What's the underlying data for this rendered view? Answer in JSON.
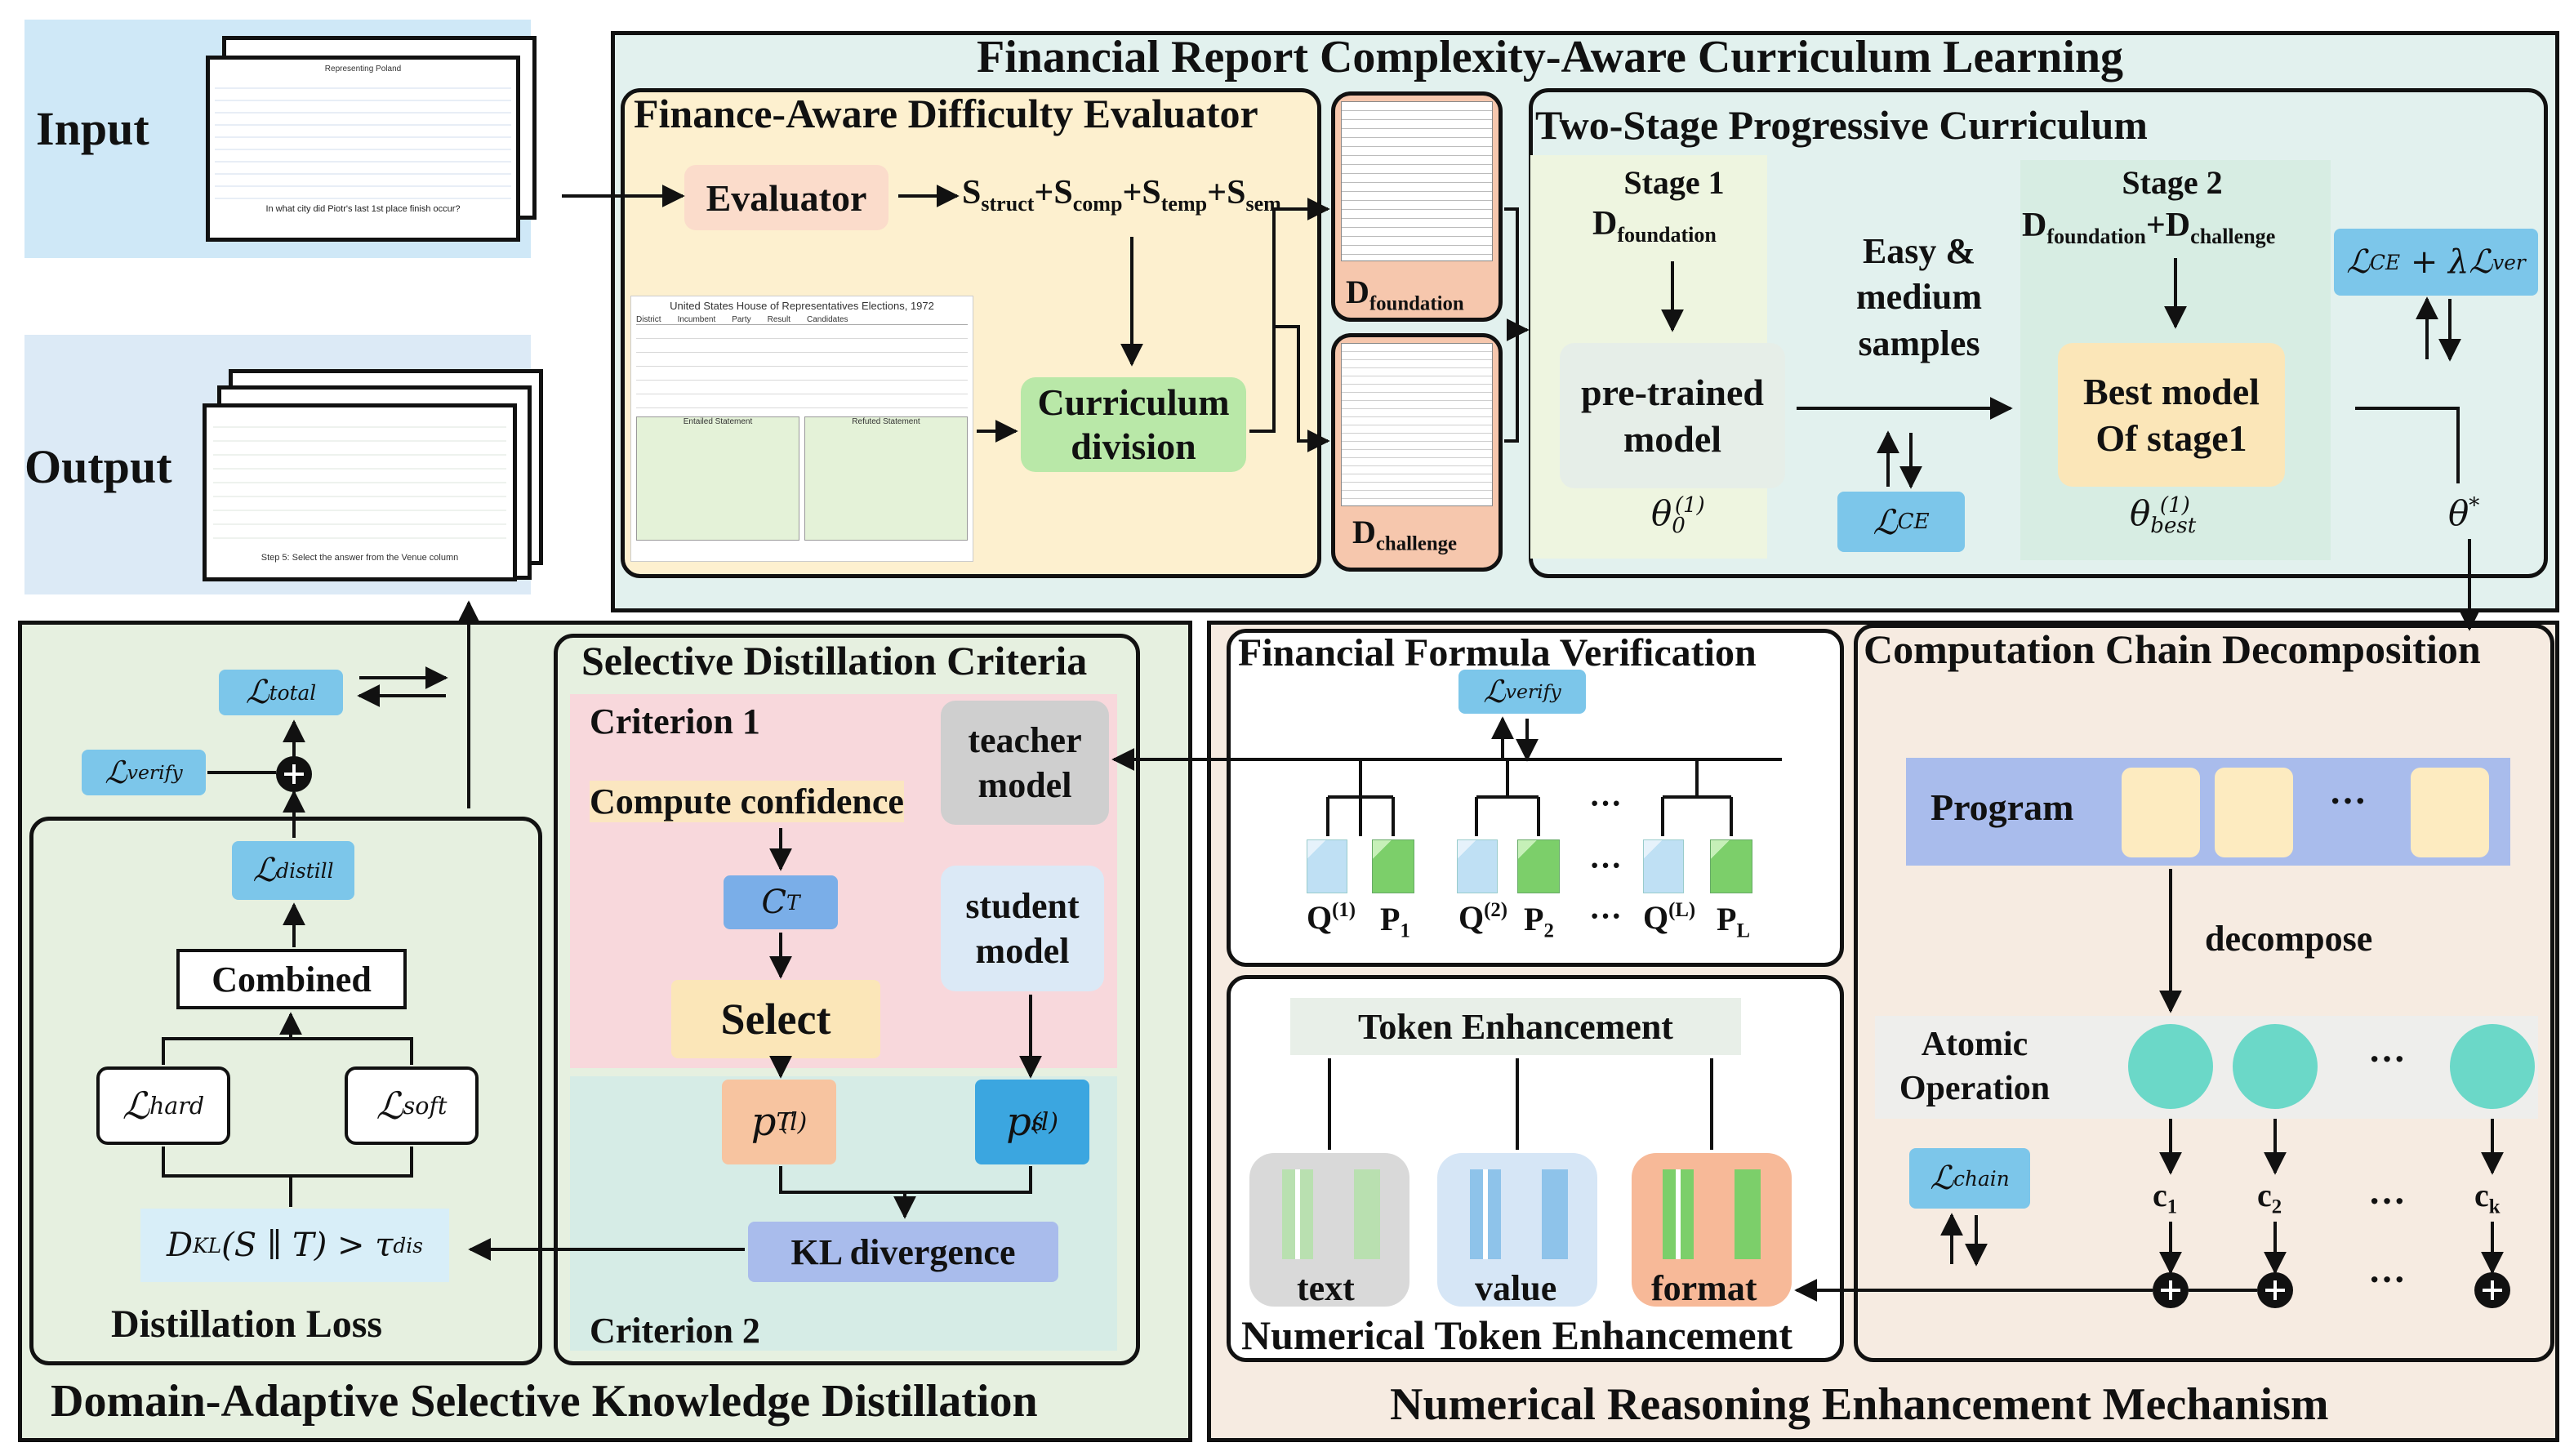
{
  "input": {
    "label": "Input",
    "question": "In what city did Piotr's last 1st place finish occur?",
    "table_header": "Representing Poland"
  },
  "output": {
    "label": "Output",
    "step_text": "Step 5: Select the answer from the Venue column"
  },
  "curriculum": {
    "title": "Financial Report Complexity-Aware Curriculum Learning",
    "evaluator_panel_title": "Finance-Aware Difficulty Evaluator",
    "evaluator_box": "Evaluator",
    "score_formula": "Sstruct+Scomp+Stemp+Ssem",
    "curriculum_division": [
      "Curriculum",
      "division"
    ],
    "example_table_title": "United States House of Representatives Elections, 1972",
    "example_table_headers": [
      "District",
      "Incumbent",
      "Party",
      "Result",
      "Candidates"
    ],
    "entailed_label": "Entailed Statement",
    "refuted_label": "Refuted Statement",
    "d_foundation": "Dfoundation",
    "d_challenge": "Dchallenge",
    "two_stage_title": "Two-Stage Progressive Curriculum",
    "stage1_title": "Stage 1",
    "stage1_data": "Dfoundation",
    "pretrained_model": [
      "pre-trained",
      "model"
    ],
    "theta_0": "θ0(1)",
    "easy_medium": [
      "Easy &",
      "medium",
      "samples"
    ],
    "l_ce": "ℒCE",
    "stage2_title": "Stage 2",
    "stage2_data": "Dfoundation+Dchallenge",
    "best_model": [
      "Best model",
      "Of stage1"
    ],
    "theta_best": "θbest(1)",
    "loss_ce_ver": "ℒCE + λℒver",
    "theta_star": "θ*"
  },
  "distillation": {
    "title": "Domain-Adaptive Selective Knowledge Distillation",
    "l_total": "ℒtotal",
    "l_verify": "ℒverify",
    "l_distill": "ℒdistill",
    "combined": "Combined",
    "l_hard": "ℒhard",
    "l_soft": "ℒsoft",
    "kl_condition": "DKL(S ∥ T) > τdis",
    "distillation_loss": "Distillation Loss",
    "criteria_title": "Selective Distillation Criteria",
    "criterion1": "Criterion 1",
    "teacher_model": [
      "teacher",
      "model"
    ],
    "compute_confidence": "Compute confidence",
    "c_t": "CT",
    "student_model": [
      "student",
      "model"
    ],
    "select": "Select",
    "p_t": "pT(l)",
    "p_s": "ps(l)",
    "kl_divergence": "KL divergence",
    "criterion2": "Criterion 2"
  },
  "numerical": {
    "title": "Numerical Reasoning Enhancement Mechanism",
    "formula_title": "Financial Formula Verification",
    "l_verify": "ℒverify",
    "q_labels": [
      "Q(1)",
      "Q(2)",
      "Q(L)"
    ],
    "p_labels": [
      "P1",
      "P2",
      "PL"
    ],
    "ellipsis": "···",
    "token_enhancement": "Token Enhancement",
    "token_types": [
      "text",
      "value",
      "format"
    ],
    "numerical_token_enhancement": "Numerical Token Enhancement",
    "chain_title": "Computation Chain Decomposition",
    "program": "Program",
    "decompose": "decompose",
    "atomic_operation": [
      "Atomic",
      "Operation"
    ],
    "l_chain": "ℒchain",
    "c_labels": [
      "c1",
      "c2",
      "ck"
    ]
  },
  "colors": {
    "input_bg": "#cfe8f7",
    "output_bg": "#dceaf6",
    "curriculum_bg": "#e2f1ee",
    "evaluator_bg": "#fdf0cf",
    "stage_bg": "#eef5e0",
    "stage2_bg": "#ddeee6",
    "dfound_bg": "#f6c7ad",
    "distill_bg": "#e6f0e0",
    "criterion1_bg": "#f8d8dc",
    "criterion2_bg": "#d6ece6",
    "numerical_bg": "#f6ebe1",
    "chip_blue": "#7cc6ea",
    "green_box": "#b9e8a8",
    "yellow_box": "#fbe6b8",
    "peach_box": "#f7c4a0",
    "program_bar": "#a9bcec",
    "atomic_circle": "#6bd8c8",
    "kl_box": "#a9bcec"
  }
}
